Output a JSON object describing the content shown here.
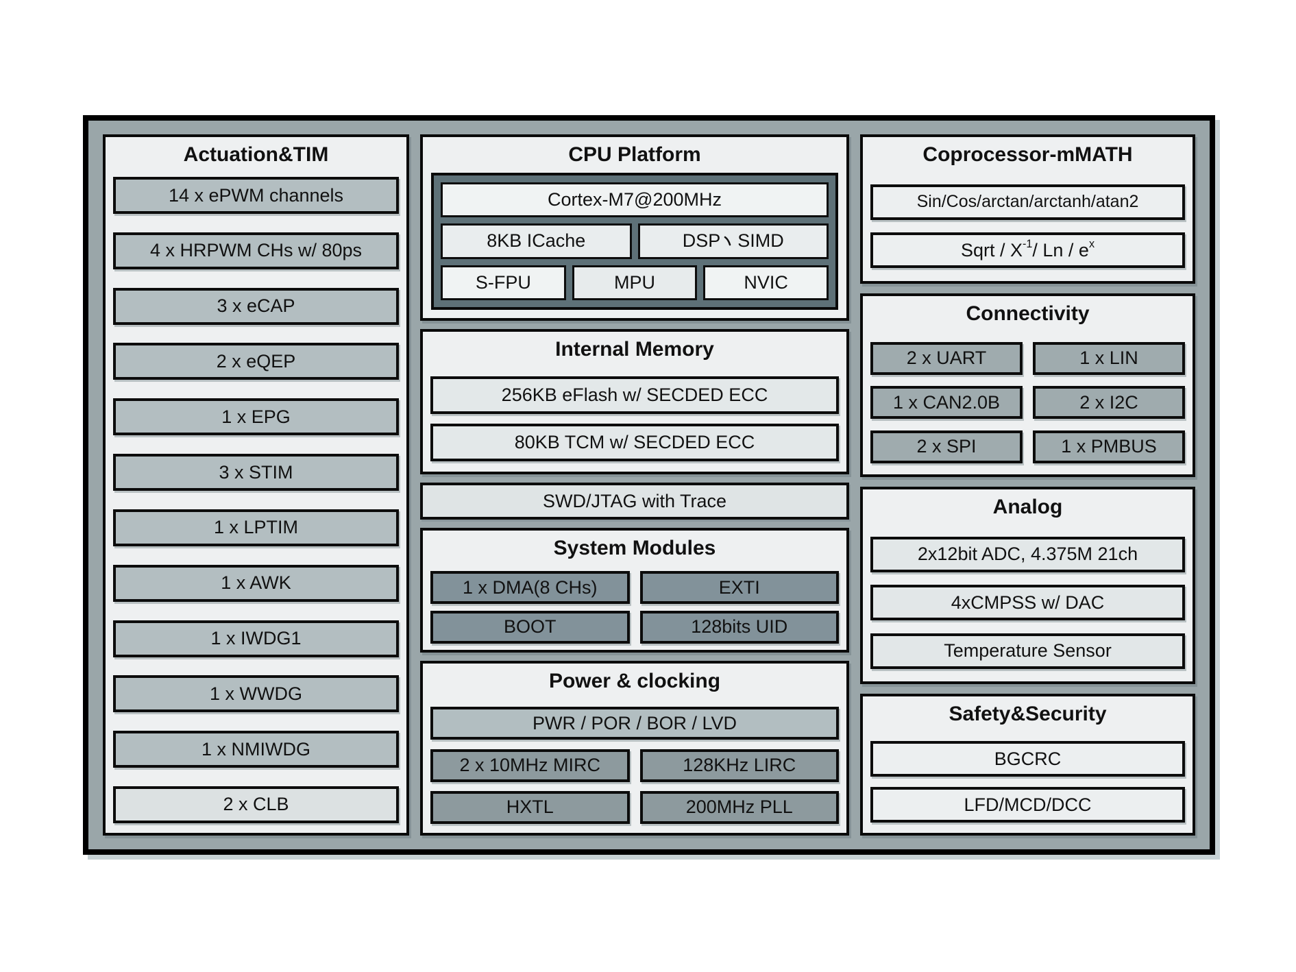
{
  "actuation": {
    "title": "Actuation&TIM",
    "items": [
      {
        "label": "14 x ePWM channels"
      },
      {
        "label": "4 x HRPWM CHs w/ 80ps"
      },
      {
        "label": "3 x eCAP"
      },
      {
        "label": "2 x eQEP"
      },
      {
        "label": "1 x EPG"
      },
      {
        "label": "3 x STIM"
      },
      {
        "label": "1 x LPTIM"
      },
      {
        "label": "1 x AWK"
      },
      {
        "label": "1 x IWDG1"
      },
      {
        "label": "1 x WWDG"
      },
      {
        "label": "1 x NMIWDG"
      },
      {
        "label": "2 x CLB"
      }
    ]
  },
  "cpu": {
    "title": "CPU Platform",
    "core": "Cortex-M7@200MHz",
    "icache": "8KB ICache",
    "dsp_p1": "DSP",
    "dsp_sep": "、",
    "dsp_p2": "SIMD",
    "fpu": "S-FPU",
    "mpu": "MPU",
    "nvic": "NVIC"
  },
  "memory": {
    "title": "Internal Memory",
    "items": [
      "256KB eFlash w/ SECDED ECC",
      "80KB TCM w/ SECDED ECC"
    ]
  },
  "debug": {
    "label": "SWD/JTAG with Trace"
  },
  "system_modules": {
    "title": "System Modules",
    "items": [
      "1 x DMA(8 CHs)",
      "EXTI",
      "BOOT",
      "128bits UID"
    ]
  },
  "power": {
    "title": "Power & clocking",
    "pwr": "PWR / POR / BOR / LVD",
    "items": [
      "2 x 10MHz MIRC",
      "128KHz LIRC",
      "HXTL",
      "200MHz PLL"
    ]
  },
  "coprocessor": {
    "title": "Coprocessor-mMATH",
    "row1": "Sin/Cos/arctan/arctanh/atan2",
    "row2": {
      "p1": "Sqrt / X",
      "sup1": "-1",
      "p2": " / Ln / e",
      "sup2": "x"
    }
  },
  "connectivity": {
    "title": "Connectivity",
    "items": [
      "2 x UART",
      "1 x LIN",
      "1 x CAN2.0B",
      "2 x I2C",
      "2 x SPI",
      "1 x PMBUS"
    ]
  },
  "analog": {
    "title": "Analog",
    "items": [
      "2x12bit ADC, 4.375M 21ch",
      "4xCMPSS w/ DAC",
      "Temperature Sensor"
    ]
  },
  "safety": {
    "title": "Safety&Security",
    "items": [
      "BGCRC",
      "LFD/MCD/DCC"
    ]
  },
  "colors": {
    "chip_background": "#9aa6a9",
    "panel_background": "#eef0f1",
    "box_gray": "#b3bec1",
    "box_dark": "#82929a",
    "box_mid": "#9fabae",
    "box_light": "#e3e8e9",
    "cpu_cluster_background": "#5e7178",
    "border": "#000000"
  }
}
